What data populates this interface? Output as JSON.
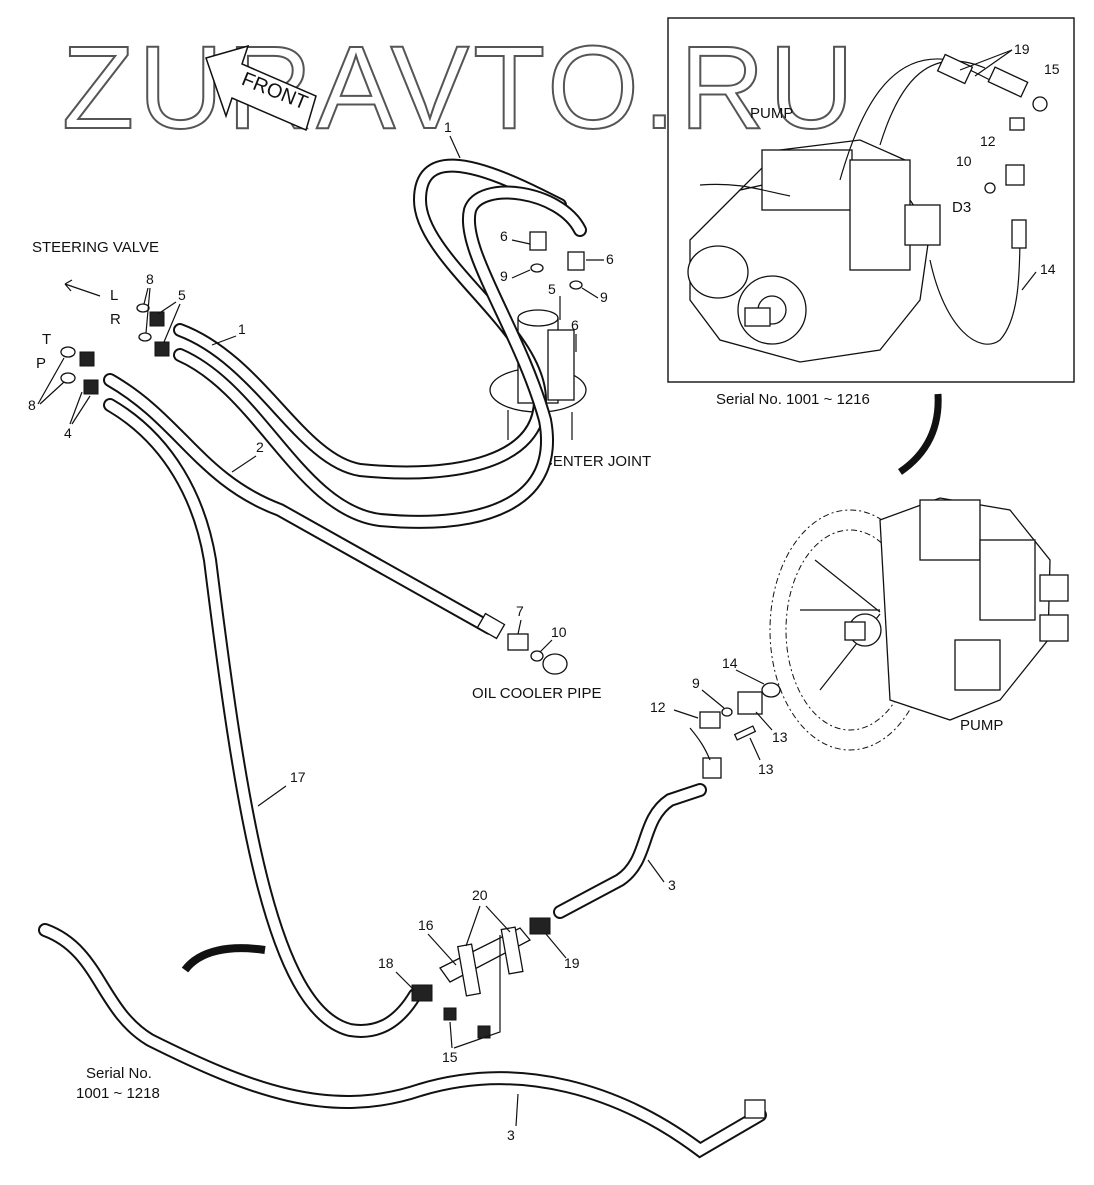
{
  "watermark": "ZURAVTO.RU",
  "direction_arrow": {
    "label": "FRONT",
    "icon": "front-arrow-icon"
  },
  "labels": {
    "steering_valve": "STEERING VALVE",
    "center_joint": "CENTER JOINT",
    "oil_cooler_pipe": "OIL COOLER PIPE",
    "pump_inset": "PUMP",
    "pump_main": "PUMP",
    "port_d3": "D3",
    "port_l": "L",
    "port_r": "R",
    "port_t": "T",
    "port_p": "P",
    "serial_inset": "Serial No. 1001 ~ 1216",
    "serial_lower_line1": "Serial No.",
    "serial_lower_line2": "1001 ~ 1218"
  },
  "callouts": [
    {
      "id": "c1a",
      "text": "1"
    },
    {
      "id": "c1b",
      "text": "1"
    },
    {
      "id": "c2",
      "text": "2"
    },
    {
      "id": "c3a",
      "text": "3"
    },
    {
      "id": "c3b",
      "text": "3"
    },
    {
      "id": "c4",
      "text": "4"
    },
    {
      "id": "c5a",
      "text": "5"
    },
    {
      "id": "c5b",
      "text": "5"
    },
    {
      "id": "c6a",
      "text": "6"
    },
    {
      "id": "c6b",
      "text": "6"
    },
    {
      "id": "c6c",
      "text": "6"
    },
    {
      "id": "c7",
      "text": "7"
    },
    {
      "id": "c8a",
      "text": "8"
    },
    {
      "id": "c8b",
      "text": "8"
    },
    {
      "id": "c9a",
      "text": "9"
    },
    {
      "id": "c9b",
      "text": "9"
    },
    {
      "id": "c9c",
      "text": "9"
    },
    {
      "id": "c10a",
      "text": "10"
    },
    {
      "id": "c10b",
      "text": "10"
    },
    {
      "id": "c12a",
      "text": "12"
    },
    {
      "id": "c12b",
      "text": "12"
    },
    {
      "id": "c13a",
      "text": "13"
    },
    {
      "id": "c13b",
      "text": "13"
    },
    {
      "id": "c14a",
      "text": "14"
    },
    {
      "id": "c14b",
      "text": "14"
    },
    {
      "id": "c15a",
      "text": "15"
    },
    {
      "id": "c15b",
      "text": "15"
    },
    {
      "id": "c16",
      "text": "16"
    },
    {
      "id": "c17",
      "text": "17"
    },
    {
      "id": "c18",
      "text": "18"
    },
    {
      "id": "c19a",
      "text": "19"
    },
    {
      "id": "c19b",
      "text": "19"
    },
    {
      "id": "c20",
      "text": "20"
    }
  ]
}
